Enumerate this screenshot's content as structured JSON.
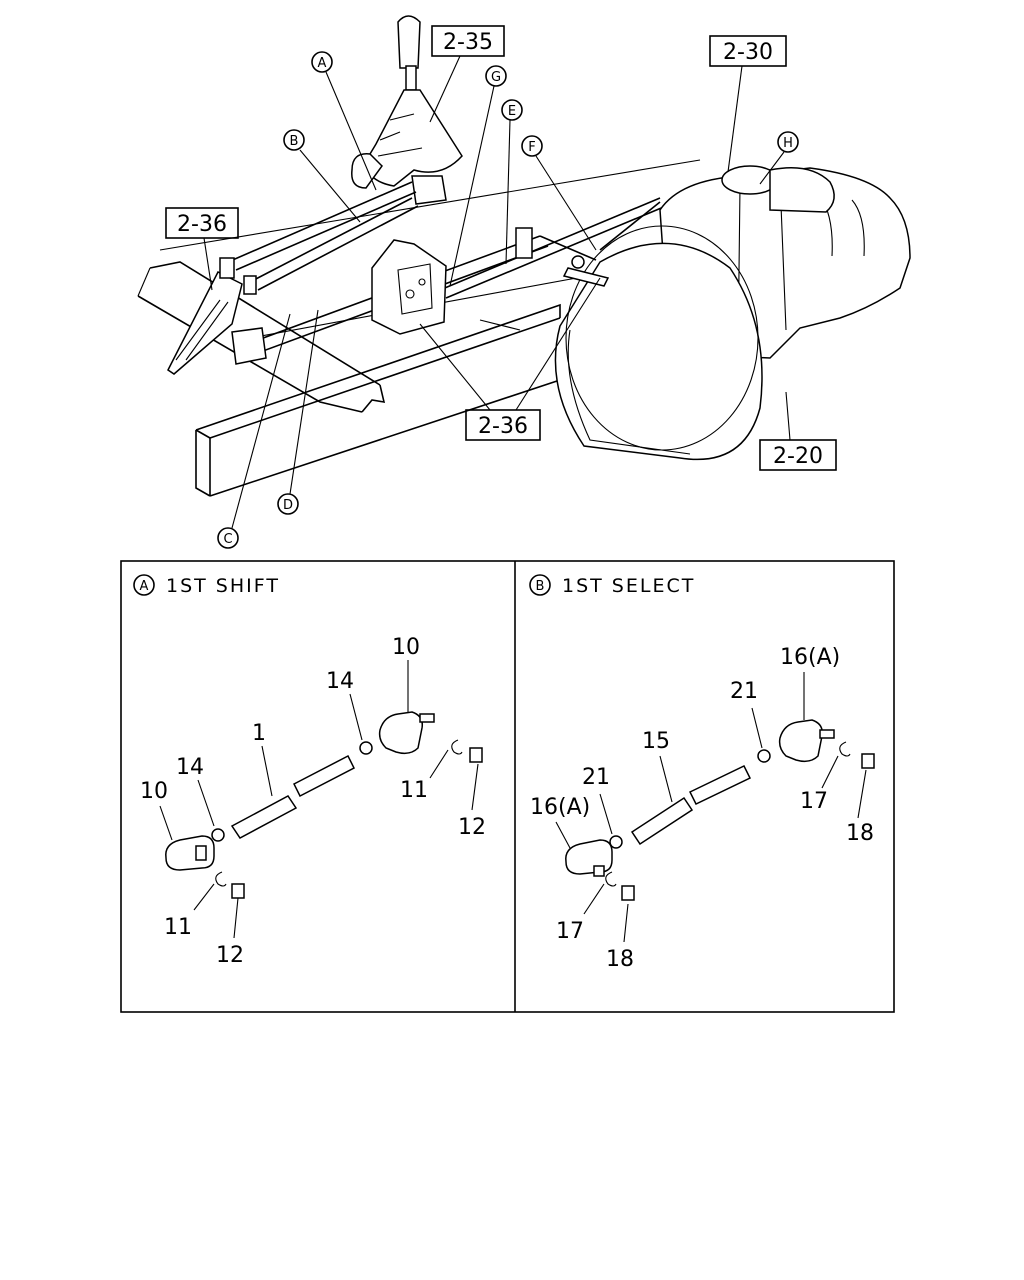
{
  "overview": {
    "refs": [
      "2-35",
      "2-30",
      "2-36",
      "2-36",
      "2-20"
    ],
    "callouts": [
      "A",
      "B",
      "C",
      "D",
      "E",
      "F",
      "G",
      "H"
    ]
  },
  "panels": [
    {
      "letter": "A",
      "title": "1ST SHIFT",
      "labels": [
        "10",
        "14",
        "1",
        "14",
        "10",
        "11",
        "12",
        "11",
        "12"
      ]
    },
    {
      "letter": "B",
      "title": "1ST SELECT",
      "labels": [
        "16(A)",
        "21",
        "15",
        "21",
        "16(A)",
        "17",
        "18",
        "17",
        "18"
      ]
    }
  ]
}
